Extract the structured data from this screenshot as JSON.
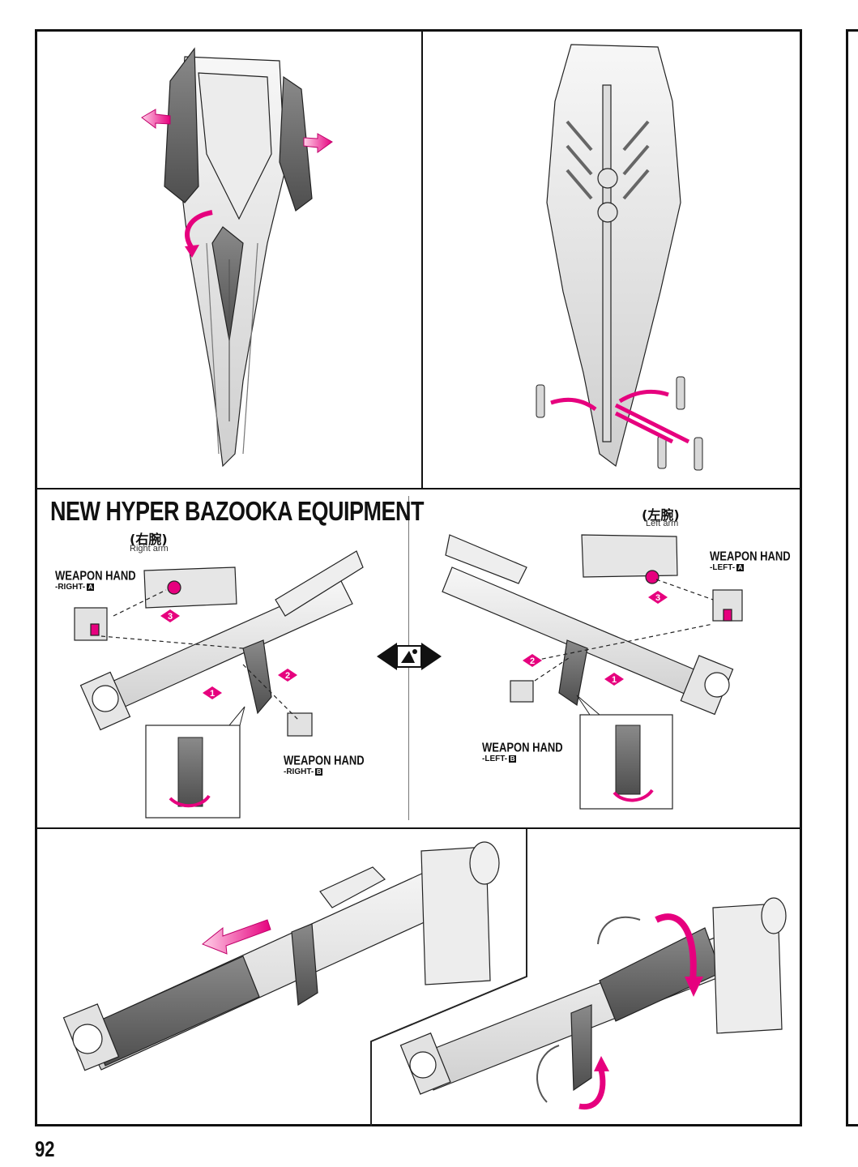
{
  "page_number": "92",
  "section_title": "NEW HYPER BAZOOKA EQUIPMENT",
  "left_panel": {
    "arm_label_jp": "(右腕)",
    "arm_label_en": "Right arm",
    "hand_a_label": "WEAPON HAND",
    "hand_a_sub": "-RIGHT-",
    "hand_a_badge": "A",
    "hand_b_label": "WEAPON HAND",
    "hand_b_sub": "-RIGHT-",
    "hand_b_badge": "B",
    "steps": [
      "1",
      "2",
      "3"
    ]
  },
  "right_panel": {
    "arm_label_jp": "(左腕)",
    "arm_label_en": "Left arm",
    "hand_a_label": "WEAPON HAND",
    "hand_a_sub": "-LEFT-",
    "hand_a_badge": "A",
    "hand_b_label": "WEAPON HAND",
    "hand_b_sub": "-LEFT-",
    "hand_b_badge": "B",
    "steps": [
      "1",
      "2",
      "3"
    ]
  },
  "icons": {
    "swap": "left-right-mirror-icon"
  },
  "colors": {
    "accent": "#e6007e",
    "frame": "#111111",
    "part_light": "#e8e8e8",
    "part_dark": "#6e6e6e"
  }
}
